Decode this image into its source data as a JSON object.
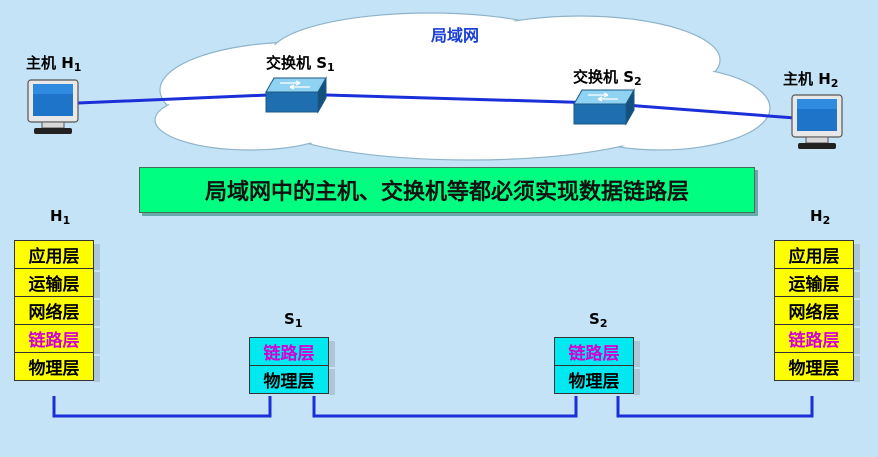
{
  "diagram": {
    "lan_label": "局域网",
    "banner": "局域网中的主机、交换机等都必须实现数据链路层",
    "top": {
      "h1": {
        "name": "主机 H",
        "sub": "1"
      },
      "s1": {
        "name": "交换机 S",
        "sub": "1"
      },
      "s2": {
        "name": "交换机 S",
        "sub": "2"
      },
      "h2": {
        "name": "主机 H",
        "sub": "2"
      }
    },
    "stacks": {
      "h1": {
        "title": "H",
        "sub": "1",
        "layers": [
          "应用层",
          "运输层",
          "网络层",
          "链路层",
          "物理层"
        ]
      },
      "s1": {
        "title": "S",
        "sub": "1",
        "layers": [
          "链路层",
          "物理层"
        ]
      },
      "s2": {
        "title": "S",
        "sub": "2",
        "layers": [
          "链路层",
          "物理层"
        ]
      },
      "h2": {
        "title": "H",
        "sub": "2",
        "layers": [
          "应用层",
          "运输层",
          "网络层",
          "链路层",
          "物理层"
        ]
      }
    },
    "colors": {
      "host_layer": "#ffff00",
      "switch_layer": "#00e8f0",
      "link_layer_text": "#d400d4",
      "link_line": "#1a2fd8",
      "banner": "#00ff80"
    },
    "icons": [
      "cloud-icon",
      "computer-icon",
      "switch-icon"
    ]
  }
}
